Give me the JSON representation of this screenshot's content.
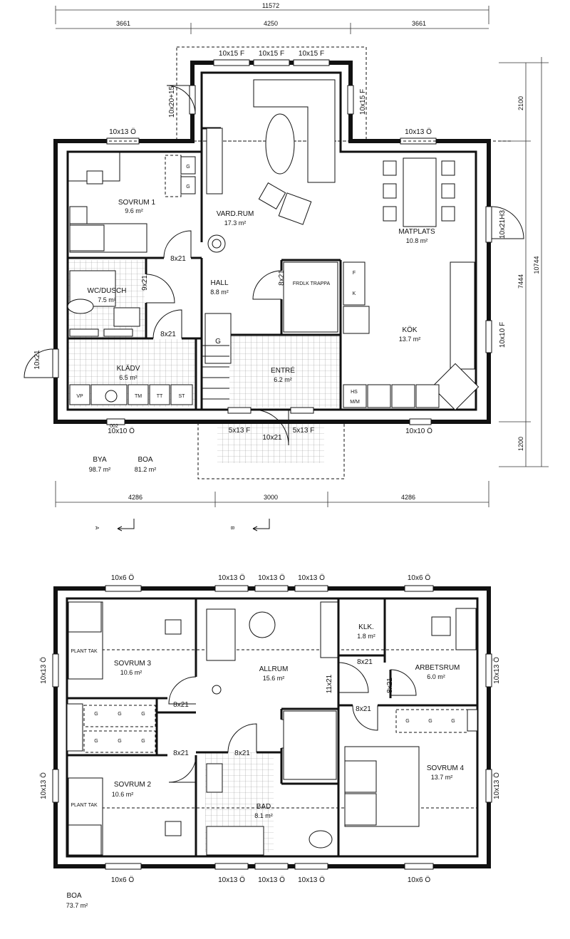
{
  "ground": {
    "dims": {
      "total_width": "11572",
      "seg_left": "3661",
      "seg_mid": "4250",
      "seg_right": "3661",
      "bottom_left": "4286",
      "bottom_mid": "3000",
      "bottom_right": "4286",
      "right_top": "2100",
      "right_mid": "7444",
      "right_bottom": "1200",
      "right_total": "10744"
    },
    "windows": {
      "top_bay": [
        "10x15 F",
        "10x15 F",
        "10x15 F"
      ],
      "bay_left": "10x20+15",
      "bay_right": "10x15 F",
      "top_left": "10x13 Ö",
      "top_right": "10x13 Ö",
      "right_upper": "10x21H3",
      "right_lower": "10x10 F",
      "left": "10x21",
      "bottom_left": "10x10 Ö",
      "bottom_right": "10x10 Ö",
      "bottom_left_code": "002",
      "entry_left": "5x13 F",
      "entry_right": "5x13 F",
      "entry_door": "10x21"
    },
    "doors": {
      "sovrum": "8x21",
      "wc": "9x21",
      "klad": "8x21",
      "trapp": "8x21"
    },
    "rooms": {
      "sovrum1": {
        "name": "SOVRUM 1",
        "area": "9.6 m²"
      },
      "vardrum": {
        "name": "VARD.RUM",
        "area": "17.3 m²"
      },
      "matplats": {
        "name": "MATPLATS",
        "area": "10.8 m²"
      },
      "hall": {
        "name": "HALL",
        "area": "8.8 m²"
      },
      "wcdusch": {
        "name": "WC/DUSCH",
        "area": "7.5 m²"
      },
      "klad": {
        "name": "KLÄDV",
        "area": "6.5 m²"
      },
      "entre": {
        "name": "ENTRÉ",
        "area": "6.2 m²"
      },
      "kok": {
        "name": "KÖK",
        "area": "13.7 m²"
      }
    },
    "fixtures": {
      "vp": "VP",
      "tm": "TM",
      "tt": "TT",
      "st": "ST",
      "g": "G",
      "f": "F",
      "k": "K",
      "hs": "HS",
      "mm": "M/M",
      "frdlk": "FRDLK TRAPPA"
    },
    "summary": {
      "bya_label": "BYA",
      "bya_value": "98.7 m²",
      "boa_label": "BOA",
      "boa_value": "81.2 m²"
    },
    "sections": {
      "a": "A",
      "b": "B"
    }
  },
  "upper": {
    "windows": {
      "top_left": "10x6 Ö",
      "top_mid": [
        "10x13 Ö",
        "10x13 Ö",
        "10x13 Ö"
      ],
      "top_right": "10x6 Ö",
      "left_upper": "10x13 Ö",
      "left_lower": "10x13 Ö",
      "right_upper": "10x13 Ö",
      "right_lower": "10x13 Ö",
      "bottom_left": "10x6 Ö",
      "bottom_mid": [
        "10x13 Ö",
        "10x13 Ö",
        "10x13 Ö"
      ],
      "bottom_right": "10x6 Ö"
    },
    "doors": {
      "sovrum3": "8x21",
      "sovrum2": "8x21",
      "bad": "8x21",
      "allrum_right": "11x21",
      "klk": "8x21",
      "arbets": "8x21",
      "sovrum4": "8x21"
    },
    "rooms": {
      "sovrum3": {
        "name": "SOVRUM 3",
        "area": "10.6 m²"
      },
      "allrum": {
        "name": "ALLRUM",
        "area": "15.6 m²"
      },
      "klk": {
        "name": "KLK.",
        "area": "1.8 m²"
      },
      "arbets": {
        "name": "ARBETSRUM",
        "area": "6.0 m²"
      },
      "sovrum2": {
        "name": "SOVRUM 2",
        "area": "10.6 m²"
      },
      "bad": {
        "name": "BAD",
        "area": "8.1 m²"
      },
      "sovrum4": {
        "name": "SOVRUM 4",
        "area": "13.7 m²"
      }
    },
    "fixtures": {
      "g": "G",
      "plant": "PLANT TAK"
    },
    "summary": {
      "boa_label": "BOA",
      "boa_value": "73.7 m²"
    }
  }
}
